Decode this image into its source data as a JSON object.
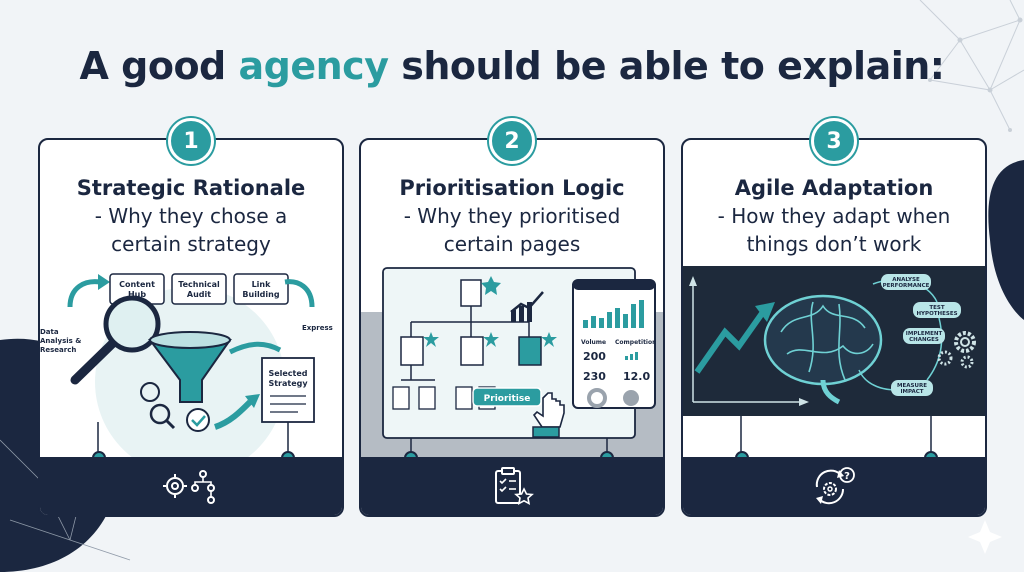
{
  "headline": {
    "part1": "A good",
    "accent": "agency",
    "part2": "should be able to explain:"
  },
  "colors": {
    "navy": "#1b2740",
    "teal": "#2b9ca0",
    "light": "#eef3f5"
  },
  "cards": [
    {
      "number": "1",
      "title": "Strategic Rationale",
      "subtitle": "- Why they chose a\ncertain strategy",
      "labels": {
        "content_hub": "Content Hub",
        "technical_audit": "Technical Audit",
        "link_building": "Link Building",
        "data_analysis": "Data Analysis & Research",
        "express": "Express",
        "selected_strategy": "Selected Strategy"
      },
      "footer_icon": "gear-flowchart-icon"
    },
    {
      "number": "2",
      "title": "Prioritisation Logic",
      "subtitle": "- Why they prioritised\ncertain pages",
      "labels": {
        "volume": "Volume",
        "competition": "Competition",
        "v1": "200",
        "v2": "230",
        "c1": "12.0",
        "prioritise_button": "Prioritise"
      },
      "footer_icon": "checklist-star-icon"
    },
    {
      "number": "3",
      "title": "Agile Adaptation",
      "subtitle": "- How they adapt when\nthings don’t work",
      "labels": {
        "analyse": "ANALYSE PERFORMANCE",
        "test": "TEST HYPOTHESES",
        "implement": "IMPLEMENT CHANGES",
        "measure": "MEASURE IMPACT"
      },
      "footer_icon": "cycle-question-gear-icon"
    }
  ]
}
